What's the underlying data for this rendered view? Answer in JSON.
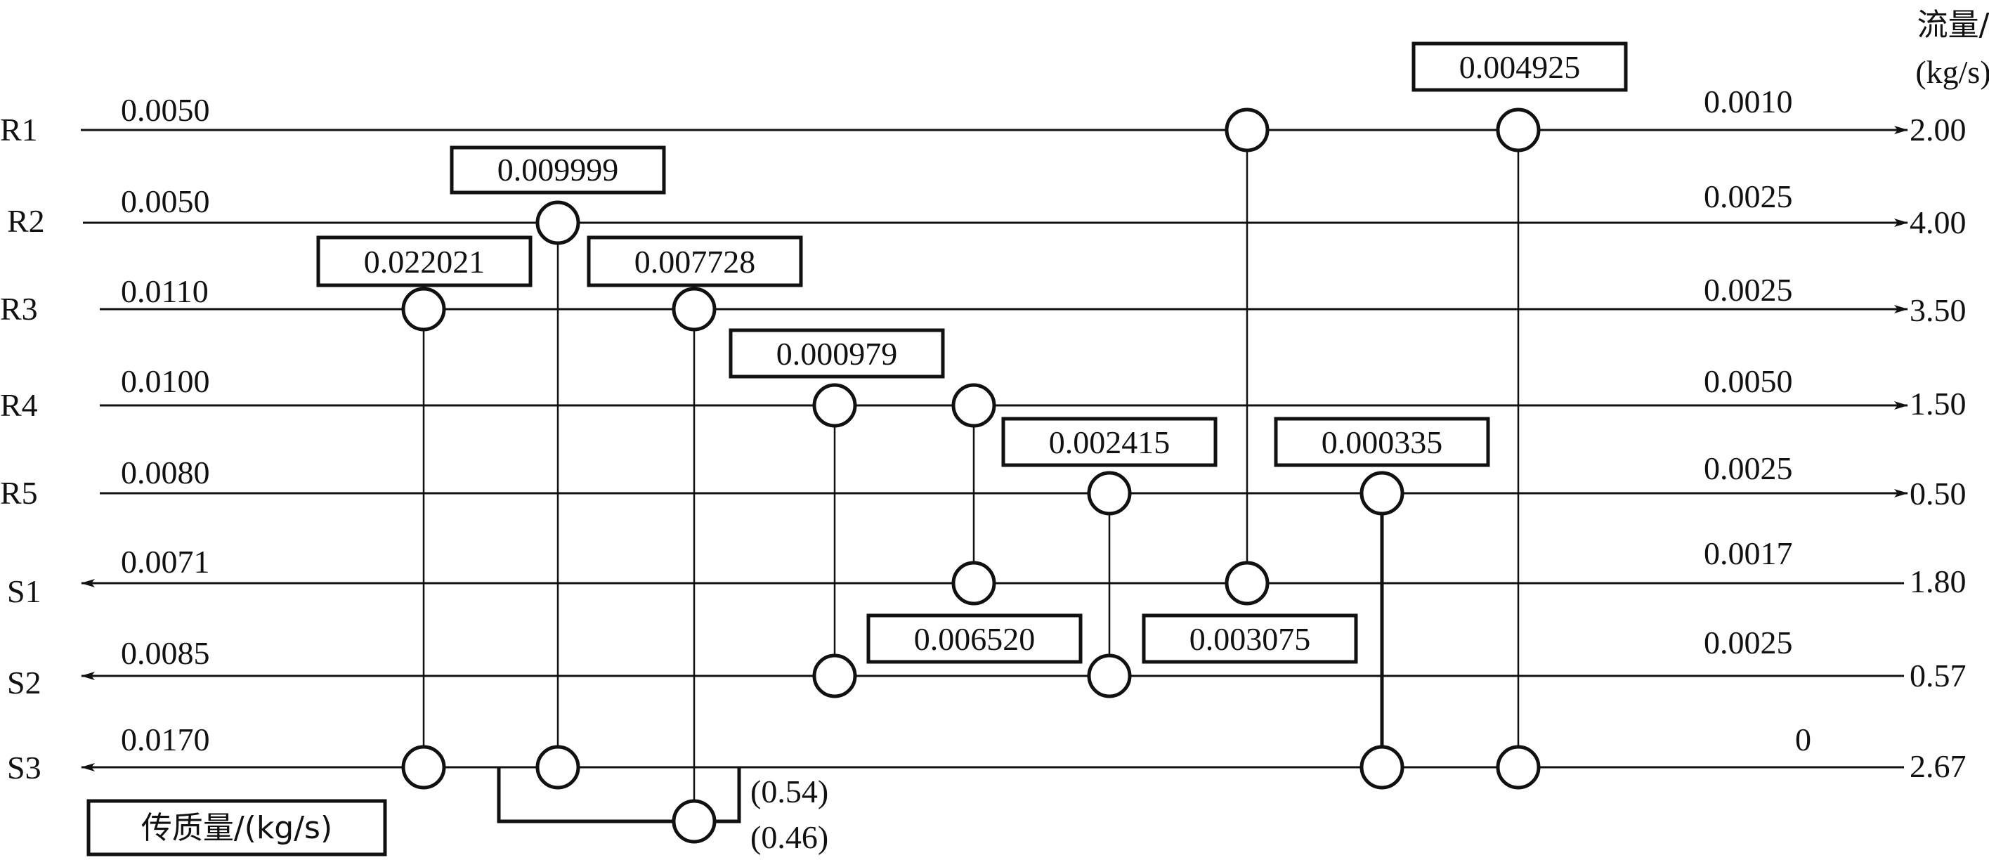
{
  "header": {
    "flow_label_line1": "流量/",
    "flow_label_line2": "(kg/s)"
  },
  "legend": {
    "mass_transfer_label": "传质量/(kg/s)"
  },
  "streams": [
    {
      "name": "R1",
      "in_conc": "0.0050",
      "out_conc": "0.0010",
      "flow": "2.00"
    },
    {
      "name": "R2",
      "in_conc": "0.0050",
      "out_conc": "0.0025",
      "flow": "4.00"
    },
    {
      "name": "R3",
      "in_conc": "0.0110",
      "out_conc": "0.0025",
      "flow": "3.50"
    },
    {
      "name": "R4",
      "in_conc": "0.0100",
      "out_conc": "0.0050",
      "flow": "1.50"
    },
    {
      "name": "R5",
      "in_conc": "0.0080",
      "out_conc": "0.0025",
      "flow": "0.50"
    },
    {
      "name": "S1",
      "in_conc": "0.0071",
      "out_conc": "0.0017",
      "flow": "1.80"
    },
    {
      "name": "S2",
      "in_conc": "0.0085",
      "out_conc": "0.0025",
      "flow": "0.57"
    },
    {
      "name": "S3",
      "in_conc": "0.0170",
      "out_conc": "0",
      "flow": "2.67"
    }
  ],
  "exchangers": [
    {
      "id": "R3-S3",
      "load": "0.022021"
    },
    {
      "id": "R2-S3",
      "load": "0.009999"
    },
    {
      "id": "R3-S3-split",
      "load": "0.007728"
    },
    {
      "id": "R4-S2",
      "load": "0.000979"
    },
    {
      "id": "R4-S1",
      "load": "0.006520"
    },
    {
      "id": "R5-S2",
      "load": "0.002415"
    },
    {
      "id": "R1-S1",
      "load": "0.003075"
    },
    {
      "id": "R5-S3",
      "load": "0.000335"
    },
    {
      "id": "R1-S3",
      "load": "0.004925"
    }
  ],
  "split": {
    "ratio_upper": "(0.54)",
    "ratio_lower": "(0.46)"
  }
}
